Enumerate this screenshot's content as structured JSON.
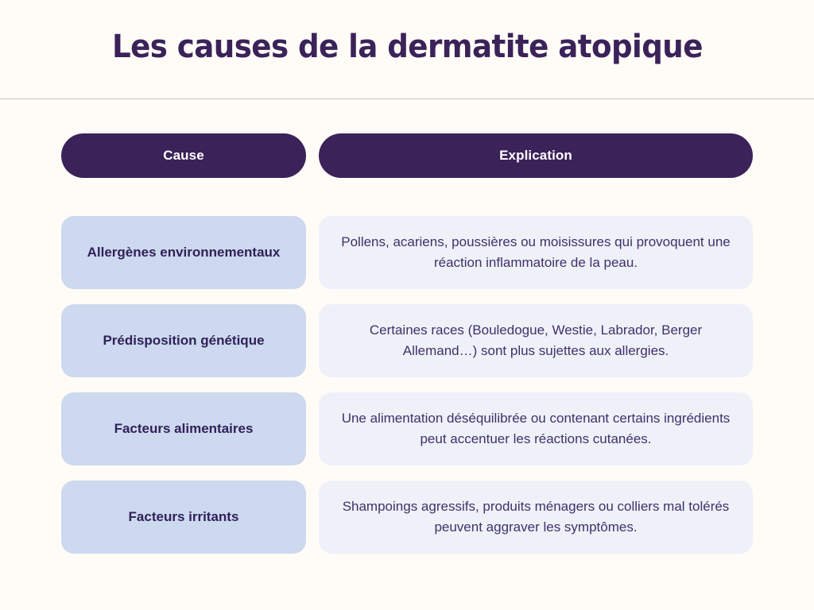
{
  "page": {
    "title": "Les causes de la dermatite atopique",
    "background_color": "#fffcf7",
    "accent_color": "#3b2259",
    "divider_color": "#c6b9c6"
  },
  "table": {
    "headers": {
      "cause": "Cause",
      "explication": "Explication"
    },
    "header_background": "#3b2259",
    "header_text_color": "#ffffff",
    "cause_cell_background": "#ccd9ee",
    "cause_cell_text_color": "#31205a",
    "explication_cell_background": "#eef1f8",
    "explication_cell_text_color": "#40306b",
    "rows": [
      {
        "cause": "Allergènes environnementaux",
        "explication": "Pollens, acariens, poussières ou moisissures qui provoquent une réaction inflammatoire de la peau."
      },
      {
        "cause": "Prédisposition génétique",
        "explication": "Certaines races (Bouledogue, Westie, Labrador, Berger Allemand…) sont plus sujettes aux allergies."
      },
      {
        "cause": "Facteurs alimentaires",
        "explication": "Une alimentation déséquilibrée ou contenant certains ingrédients peut accentuer les réactions cutanées."
      },
      {
        "cause": "Facteurs irritants",
        "explication": "Shampoings agressifs, produits ménagers ou colliers mal tolérés peuvent aggraver les symptômes."
      }
    ]
  }
}
